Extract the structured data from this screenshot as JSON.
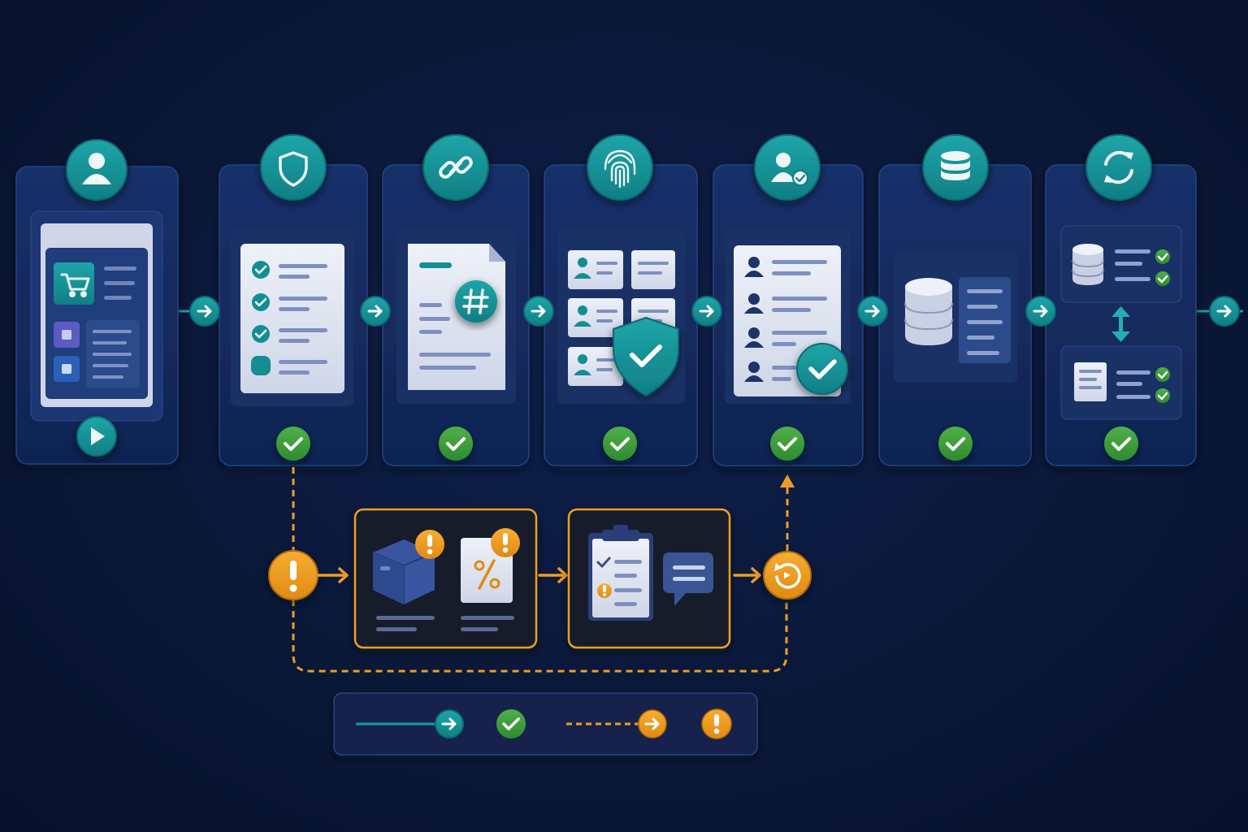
{
  "colors": {
    "background": "#0a1838",
    "card": "#13285a",
    "card_border": "#274384",
    "inner_panel": "#1a3166",
    "teal": "#138e93",
    "teal_light": "#23aeb1",
    "green": "#3d9a3a",
    "orange": "#ef9d22",
    "paper": "#dde2ef",
    "line_gray": "#6f84b5"
  },
  "stages": [
    {
      "icon": "user-icon",
      "panel": "shopping-cart-screen",
      "status": "play-button"
    },
    {
      "icon": "shield-icon",
      "panel": "checklist-document",
      "status": "check-badge"
    },
    {
      "icon": "link-icon",
      "panel": "hash-document",
      "status": "check-badge"
    },
    {
      "icon": "fingerprint-icon",
      "panel": "identity-cards-verified",
      "status": "check-badge"
    },
    {
      "icon": "user-check-icon",
      "panel": "user-list-approved",
      "status": "check-badge"
    },
    {
      "icon": "database-icon",
      "panel": "database-records",
      "status": "check-badge"
    },
    {
      "icon": "sync-icon",
      "panel": "sync-records",
      "status": "check-badge"
    }
  ],
  "exception_flow": {
    "start_icon": "warning-icon",
    "boxes": [
      {
        "items": [
          "package-warning-icon",
          "percent-warning-icon"
        ]
      },
      {
        "items": [
          "clipboard-review-icon",
          "chat-message-icon"
        ]
      }
    ],
    "end_icon": "retry-icon"
  },
  "legend": [
    "solid-flow-arrow",
    "success-check",
    "dashed-exception-arrow",
    "warning-alert"
  ]
}
